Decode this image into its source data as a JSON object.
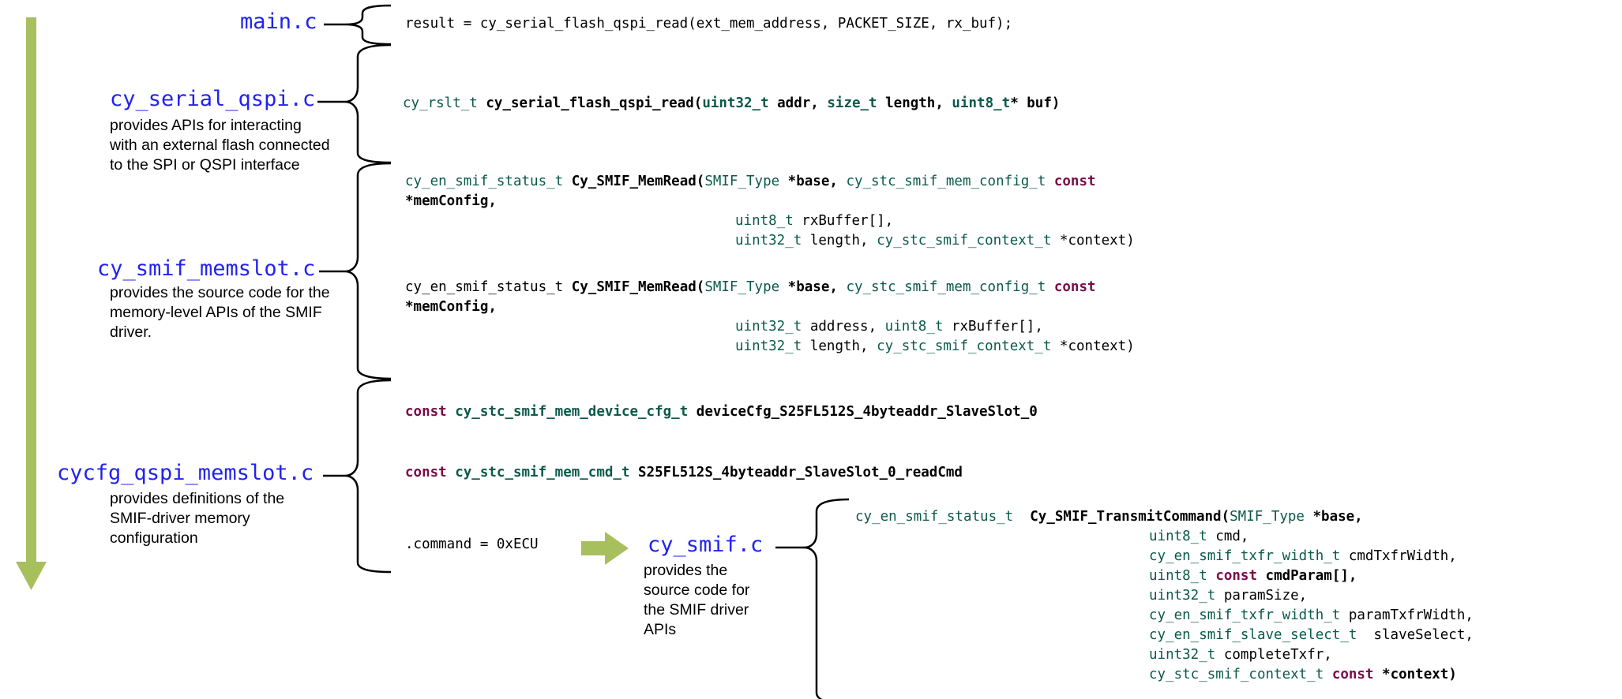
{
  "colors": {
    "arrow": "#a8bf5e",
    "file_name": "#2222ee",
    "type": "#0b5a4a",
    "keyword": "#7a0a4a",
    "text": "#000000"
  },
  "files": {
    "main": {
      "name": "main.c"
    },
    "serial": {
      "name": "cy_serial_qspi.c",
      "desc": "provides APIs for interacting with an external flash connected to the SPI or QSPI interface"
    },
    "memslot": {
      "name": "cy_smif_memslot.c",
      "desc": "provides the source code for the memory-level APIs of the SMIF driver."
    },
    "cycfg": {
      "name": "cycfg_qspi_memslot.c",
      "desc": "provides definitions of the SMIF-driver memory configuration"
    },
    "smif": {
      "name": "cy_smif.c",
      "desc": "provides the source code for the SMIF driver APIs"
    }
  },
  "code": {
    "main_call": "result = cy_serial_flash_qspi_read(ext_mem_address, PACKET_SIZE, rx_buf);",
    "serial_read": {
      "ret": "cy_rslt_t",
      "fn": "cy_serial_flash_qspi_read(",
      "t1": "uint32_t",
      "p1": " addr, ",
      "t2": "size_t",
      "p2": " length, ",
      "t3": "uint8_t",
      "p3": "* buf)"
    },
    "memread1": {
      "ret": "cy_en_smif_status_t",
      "fn": "Cy_SMIF_MemRead(",
      "t1": "SMIF_Type",
      "p1": " *base, ",
      "t2": "cy_stc_smif_mem_config_t",
      "kw": "const",
      "l2": "*memConfig,",
      "l3t": "uint8_t",
      "l3p": " rxBuffer[],",
      "l4t": "uint32_t",
      "l4p": " length, ",
      "l4t2": "cy_stc_smif_context_t",
      "l4p2": " *context)"
    },
    "memread2": {
      "ret": "cy_en_smif_status_t",
      "fn": "Cy_SMIF_MemRead(",
      "t1": "SMIF_Type",
      "p1": " *base, ",
      "t2": "cy_stc_smif_mem_config_t",
      "kw": "const",
      "l2": "*memConfig,",
      "l3t": "uint32_t",
      "l3p": " address, ",
      "l3t2": "uint8_t",
      "l3p2": " rxBuffer[],",
      "l4t": "uint32_t",
      "l4p": " length, ",
      "l4t2": "cy_stc_smif_context_t",
      "l4p2": " *context)"
    },
    "device_cfg": {
      "kw": "const",
      "ty": "cy_stc_smif_mem_device_cfg_t",
      "name": "deviceCfg_S25FL512S_4byteaddr_SlaveSlot_0"
    },
    "read_cmd": {
      "kw": "const",
      "ty": "cy_stc_smif_mem_cmd_t",
      "name": "S25FL512S_4byteaddr_SlaveSlot_0_readCmd"
    },
    "command": ".command = 0xECU",
    "transmit": {
      "ret": "cy_en_smif_status_t",
      "fn": "Cy_SMIF_TransmitCommand(",
      "t1": "SMIF_Type",
      "p1": " *base,",
      "a1t": "uint8_t",
      "a1p": " cmd,",
      "a2t": "cy_en_smif_txfr_width_t",
      "a2p": " cmdTxfrWidth,",
      "a3t": "uint8_t",
      "a3k": "const",
      "a3p": " cmdParam[],",
      "a4t": "uint32_t",
      "a4p": " paramSize,",
      "a5t": "cy_en_smif_txfr_width_t",
      "a5p": " paramTxfrWidth,",
      "a6t": "cy_en_smif_slave_select_t",
      "a6p": "  slaveSelect,",
      "a7t": "uint32_t",
      "a7p": " completeTxfr,",
      "a8t": "cy_stc_smif_context_t",
      "a8k": "const",
      "a8p": " *context)"
    }
  }
}
